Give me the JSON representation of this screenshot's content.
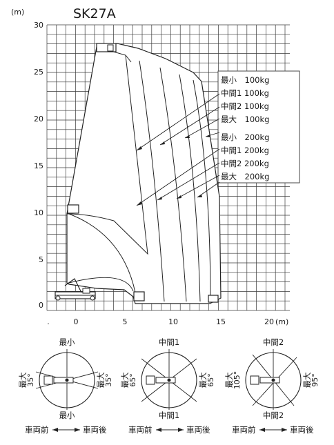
{
  "title": "SK27A",
  "y_unit": "(m)",
  "x_unit": "(m)",
  "origin_mark": ".",
  "y_ticks": [
    "30",
    "25",
    "20",
    "15",
    "10",
    "5",
    "0"
  ],
  "x_ticks": [
    "0",
    "5",
    "10",
    "15",
    "20"
  ],
  "legend": [
    "最小　100kg",
    "中間1 100kg",
    "中間2 100kg",
    "最大　100kg",
    "最小　200kg",
    "中間1 200kg",
    "中間2 200kg",
    "最大　200kg"
  ],
  "turntable": [
    {
      "top": "最小",
      "bottom": "最小",
      "left": "最大",
      "left_angle": "35°",
      "right": "最大",
      "right_angle": "35°"
    },
    {
      "top": "中間1",
      "bottom": "中間1",
      "left": "最大",
      "left_angle": "65°",
      "right": "最大",
      "right_angle": "65°"
    },
    {
      "top": "中間2",
      "bottom": "中間2",
      "left": "最大",
      "left_angle": "105°",
      "right": "最大",
      "right_angle": "95°"
    }
  ],
  "direction": {
    "front": "車両前",
    "rear": "車両後"
  }
}
